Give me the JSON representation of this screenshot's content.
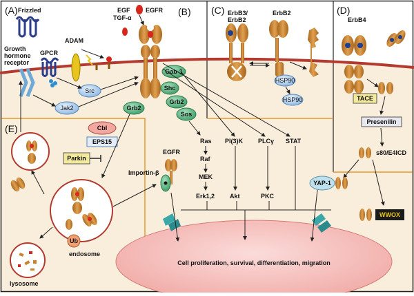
{
  "panels": [
    "(A)",
    "(B)",
    "(C)",
    "(D)",
    "(E)"
  ],
  "labels": {
    "frizzled": "Frizzled",
    "adam": "ADAM",
    "gpcr": "GPCR",
    "growth_hormone": "Growth",
    "growth_hormone_2": "hormone",
    "growth_hormone_3": "receptor",
    "egf": "EGF",
    "tgf": "TGF-α",
    "egfr": "EGFR",
    "src": "Src",
    "jak2": "Jak2",
    "grb2_a": "Grb2",
    "gab1": "Gab-1",
    "shc": "Shc",
    "grb2_b": "Grb2",
    "sos": "Sos",
    "cbl": "Cbl",
    "eps15": "EPS15",
    "parkin": "Parkin",
    "ras": "Ras",
    "raf": "Raf",
    "mek": "MEK",
    "erk": "Erk1,2",
    "pi3k": "PI(3)K",
    "akt": "Akt",
    "plcg": "PLCγ",
    "pkc": "PKC",
    "stat": "STAT",
    "erbb3_1": "ErbB3/",
    "erbb3_2": "ErbB2",
    "erbb2": "ErbB2",
    "hsp90_a": "HSP90",
    "hsp90_b": "HSP90",
    "erbb4": "ErbB4",
    "tace": "TACE",
    "presenilin": "Presenilin",
    "s80": "s80/E4ICD",
    "yap1": "YAP-1",
    "wwox": "WWOX",
    "importin": "Importin-β",
    "egfr_nuc": "EGFR",
    "ub": "Ub",
    "endosome": "endosome",
    "lysosome": "lysosome",
    "nucleus": "Cell proliferation, survival, differentiation, migration"
  },
  "colors": {
    "receptor": "#c9832a",
    "receptor_dark": "#8a5410",
    "membrane": "#b23a2f",
    "cytoplasm": "#f8ecdc",
    "nucleus": "#f6c7c4",
    "panel_border": "#e39a2e",
    "adaptor_green": "#4fb07a",
    "kinase_blue": "#b8d6f0",
    "ligand_red": "#d8261c",
    "pill_pink": "#f2a7a0",
    "pill_yellow": "#f2ea9a",
    "channel_teal": "#3aa7a8"
  }
}
